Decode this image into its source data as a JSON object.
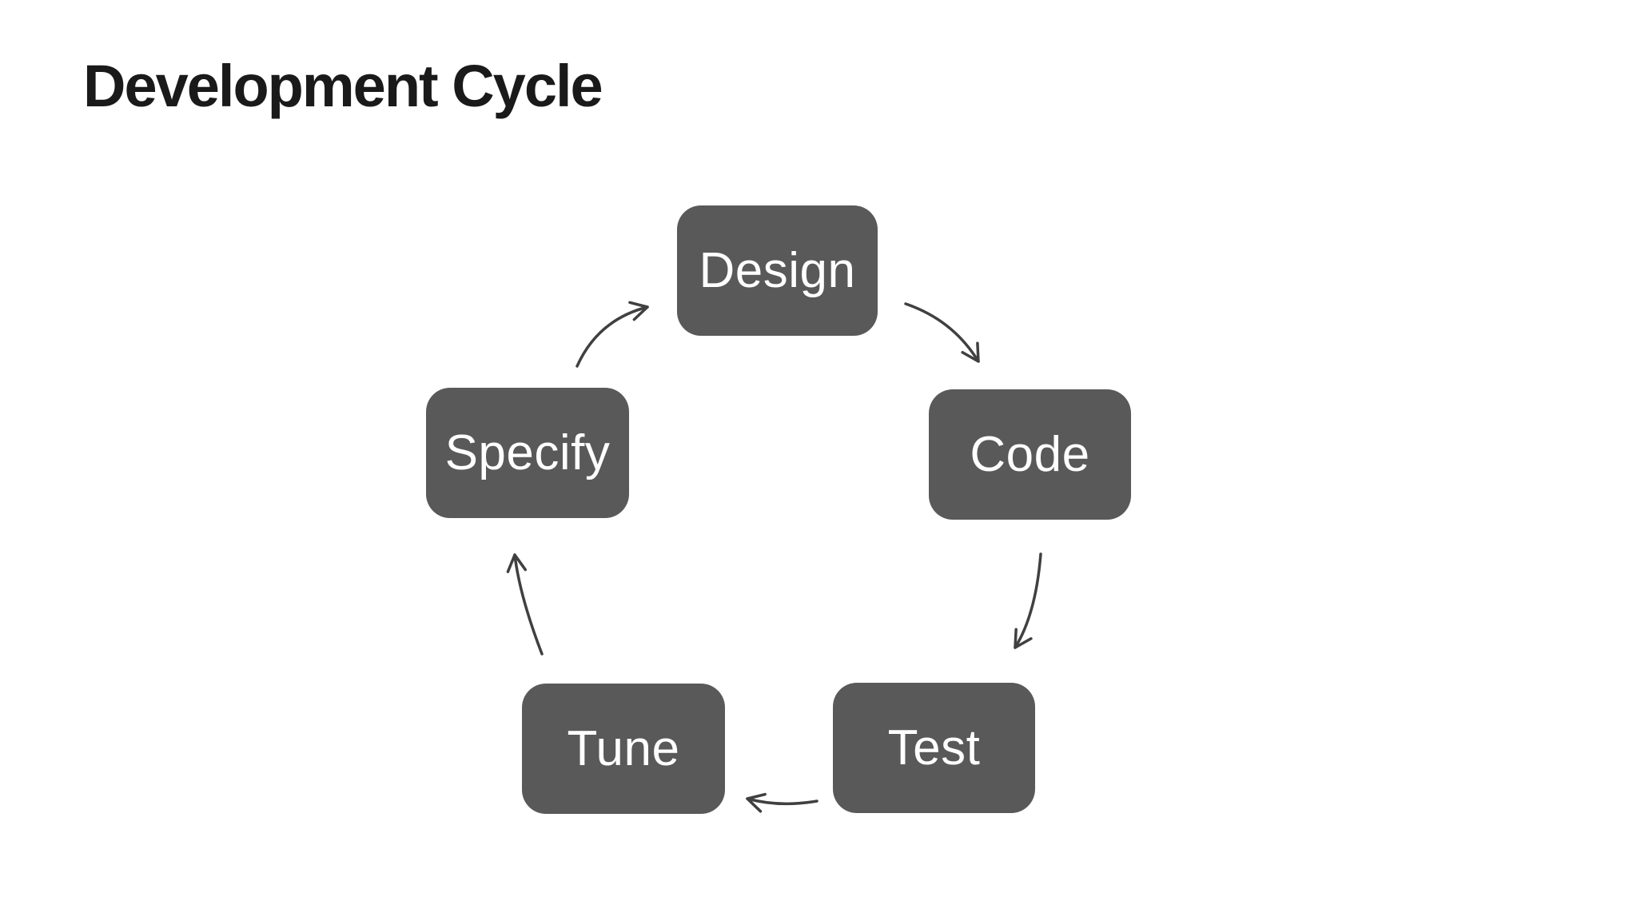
{
  "slide": {
    "title": "Development Cycle"
  },
  "diagram": {
    "type": "cycle",
    "direction": "clockwise",
    "nodes": [
      {
        "id": "design",
        "label": "Design",
        "position": "top"
      },
      {
        "id": "code",
        "label": "Code",
        "position": "right"
      },
      {
        "id": "test",
        "label": "Test",
        "position": "bottom-right"
      },
      {
        "id": "tune",
        "label": "Tune",
        "position": "bottom-left"
      },
      {
        "id": "specify",
        "label": "Specify",
        "position": "left"
      }
    ],
    "edges": [
      {
        "from": "Design",
        "to": "Code"
      },
      {
        "from": "Code",
        "to": "Test"
      },
      {
        "from": "Test",
        "to": "Tune"
      },
      {
        "from": "Tune",
        "to": "Specify"
      },
      {
        "from": "Specify",
        "to": "Design"
      }
    ]
  },
  "colors": {
    "background": "#ffffff",
    "title_text": "#1a1a1a",
    "node_fill": "#595959",
    "node_text": "#ffffff",
    "arrow": "#404040"
  }
}
